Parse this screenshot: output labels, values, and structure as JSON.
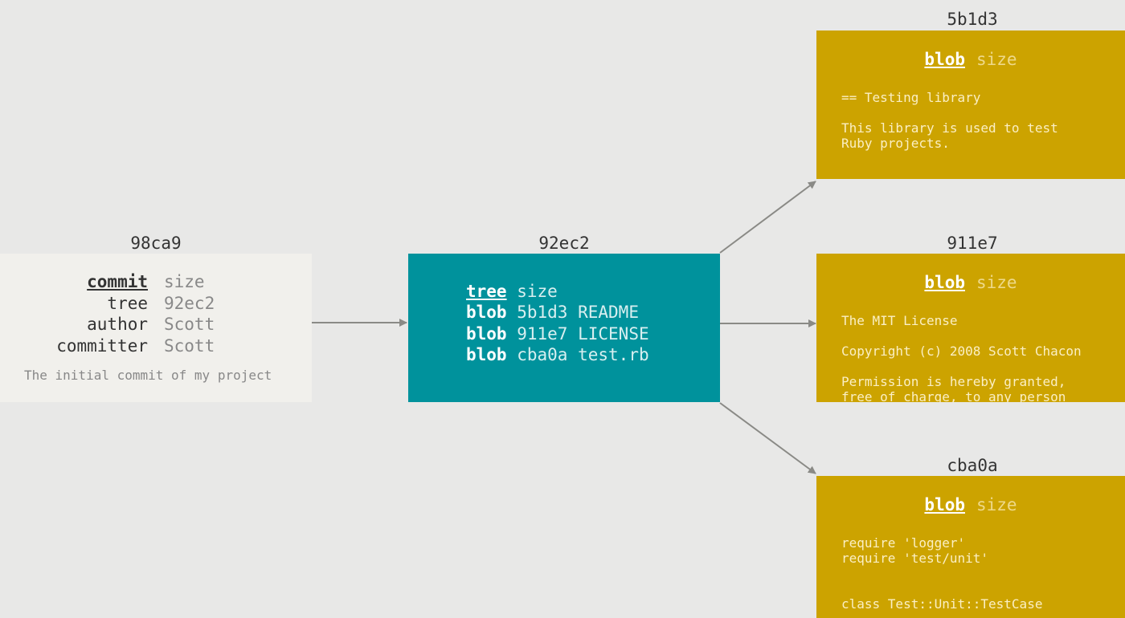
{
  "commit": {
    "hash": "98ca9",
    "type": "commit",
    "size": "size",
    "fields": [
      {
        "label": "tree",
        "value": "92ec2"
      },
      {
        "label": "author",
        "value": "Scott"
      },
      {
        "label": "committer",
        "value": "Scott"
      }
    ],
    "message": "The initial commit of my project"
  },
  "tree": {
    "hash": "92ec2",
    "type": "tree",
    "size": "size",
    "entries": [
      {
        "kind": "blob",
        "hash": "5b1d3",
        "name": "README"
      },
      {
        "kind": "blob",
        "hash": "911e7",
        "name": "LICENSE"
      },
      {
        "kind": "blob",
        "hash": "cba0a",
        "name": "test.rb"
      }
    ]
  },
  "blobs": [
    {
      "hash": "5b1d3",
      "type": "blob",
      "size": "size",
      "content": "== Testing library\n\nThis library is used to test\nRuby projects."
    },
    {
      "hash": "911e7",
      "type": "blob",
      "size": "size",
      "content": "The MIT License\n\nCopyright (c) 2008 Scott Chacon\n\nPermission is hereby granted,\nfree of charge, to any person"
    },
    {
      "hash": "cba0a",
      "type": "blob",
      "size": "size",
      "content": "require 'logger'\nrequire 'test/unit'\n\n\nclass Test::Unit::TestCase"
    }
  ],
  "colors": {
    "background": "#e8e8e7",
    "commit": "#f1f0ec",
    "tree": "#00929c",
    "blob": "#cca300",
    "arrow": "#8a8a86"
  }
}
